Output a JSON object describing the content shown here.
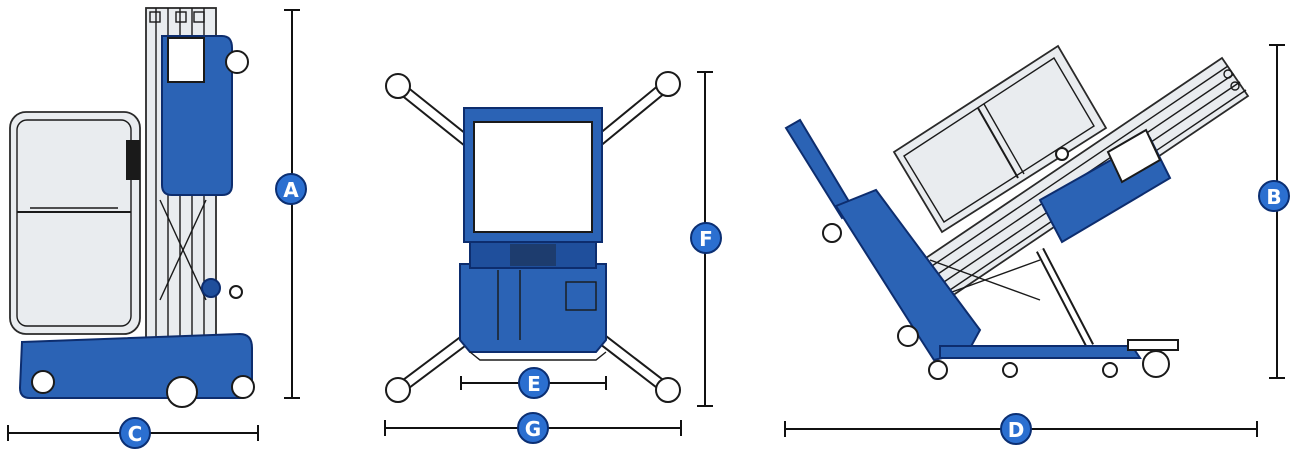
{
  "colors": {
    "machine_blue": "#2b63b5",
    "badge_blue": "#2b6fd0",
    "outline": "#1a1a1a"
  },
  "views": [
    {
      "id": "side-view",
      "dimension_labels": [
        "A",
        "C"
      ]
    },
    {
      "id": "front-view",
      "dimension_labels": [
        "F",
        "E",
        "G"
      ]
    },
    {
      "id": "stowed-view",
      "dimension_labels": [
        "B",
        "D"
      ]
    }
  ],
  "labels": {
    "A": "A",
    "B": "B",
    "C": "C",
    "D": "D",
    "E": "E",
    "F": "F",
    "G": "G"
  }
}
